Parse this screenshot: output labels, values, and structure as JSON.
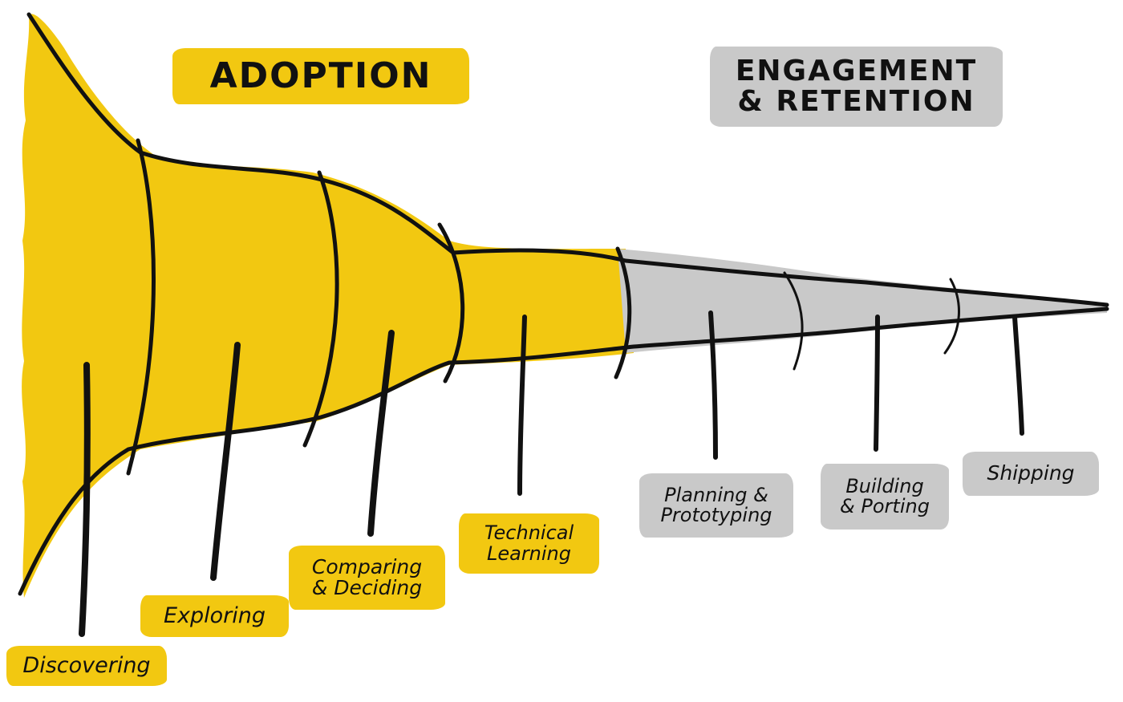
{
  "headings": {
    "adoption": "ADOPTION",
    "engagement_line1": "ENGAGEMENT",
    "engagement_line2": "& RETENTION"
  },
  "stages": [
    {
      "line1": "Discovering",
      "line2": ""
    },
    {
      "line1": "Exploring",
      "line2": ""
    },
    {
      "line1": "Comparing",
      "line2": "& Deciding"
    },
    {
      "line1": "Technical",
      "line2": "Learning"
    },
    {
      "line1": "Planning &",
      "line2": "Prototyping"
    },
    {
      "line1": "Building",
      "line2": "& Porting"
    },
    {
      "line1": "Shipping",
      "line2": ""
    }
  ],
  "colors": {
    "adoption": "#f2c811",
    "engagement": "#c9c9c9",
    "ink": "#111111"
  }
}
